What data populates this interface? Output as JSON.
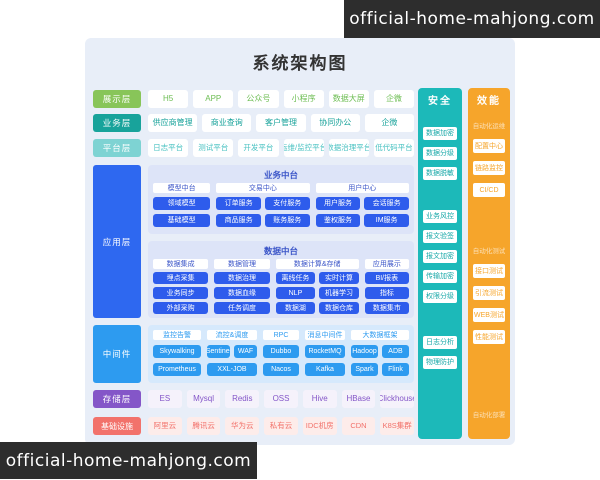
{
  "watermark": {
    "text": "official-home-mahjong.com"
  },
  "title": "系统架构图",
  "layer_labels": {
    "display": "展示层",
    "business": "业务层",
    "platform": "平台层",
    "application": "应用层",
    "middleware": "中间件",
    "storage": "存储层",
    "infra": "基础设施"
  },
  "rows": {
    "display": [
      "H5",
      "APP",
      "公众号",
      "小程序",
      "数据大屏",
      "企微"
    ],
    "business": [
      "供应商管理",
      "商业查询",
      "客户管理",
      "协同办公",
      "企微"
    ],
    "platform": [
      "日志平台",
      "测试平台",
      "开发平台",
      "运维/监控平台",
      "数据治理平台",
      "低代码平台"
    ],
    "storage": [
      "ES",
      "Mysql",
      "Redis",
      "OSS",
      "Hive",
      "HBase",
      "Clickhouse"
    ],
    "infra": [
      "阿里云",
      "腾讯云",
      "华为云",
      "私有云",
      "IDC机房",
      "CDN",
      "K8S集群"
    ]
  },
  "business_mid": {
    "title": "业务中台",
    "groups": [
      {
        "header": "模型中台",
        "rows": [
          [
            "领域模型"
          ],
          [
            "基础模型"
          ]
        ]
      },
      {
        "header": "交易中心",
        "rows": [
          [
            "订单服务",
            "支付服务"
          ],
          [
            "商品服务",
            "账务服务"
          ]
        ]
      },
      {
        "header": "用户中心",
        "rows": [
          [
            "用户服务",
            "会话服务"
          ],
          [
            "鉴权服务",
            "IM服务"
          ]
        ]
      }
    ]
  },
  "data_mid": {
    "title": "数据中台",
    "groups": [
      {
        "header": "数据集成",
        "rows": [
          [
            "埋点采集"
          ],
          [
            "业务同步"
          ],
          [
            "外部采购"
          ]
        ]
      },
      {
        "header": "数据管理",
        "rows": [
          [
            "数据治理"
          ],
          [
            "数据血缘"
          ],
          [
            "任务调度"
          ]
        ]
      },
      {
        "header": "数据计算&存储",
        "rows": [
          [
            "离线任务",
            "实时计算"
          ],
          [
            "NLP",
            "机器学习"
          ],
          [
            "数据湖",
            "数据仓库"
          ]
        ]
      },
      {
        "header": "应用展示",
        "rows": [
          [
            "BI/报表"
          ],
          [
            "指标"
          ],
          [
            "数据集市"
          ]
        ]
      }
    ]
  },
  "middleware": {
    "groups": [
      {
        "header": "监控告警",
        "rows": [
          [
            "Skywalking"
          ],
          [
            "Prometheus"
          ]
        ]
      },
      {
        "header": "流控&调度",
        "rows": [
          [
            "Sentinel",
            "WAF"
          ],
          [
            "XXL-JOB"
          ]
        ]
      },
      {
        "header": "RPC",
        "rows": [
          [
            "Dubbo"
          ],
          [
            "Nacos"
          ]
        ]
      },
      {
        "header": "消息中间件",
        "rows": [
          [
            "RocketMQ"
          ],
          [
            "Kafka"
          ]
        ]
      },
      {
        "header": "大数据框架",
        "rows": [
          [
            "Hadoop",
            "ADB"
          ],
          [
            "Spark",
            "Flink"
          ]
        ]
      }
    ]
  },
  "security": {
    "title": "安全",
    "groups": [
      [
        "数据加密",
        "数据分级",
        "数据脱敏"
      ],
      [
        "业务风控",
        "报文验签",
        "报文加密",
        "传输加密",
        "权限分级"
      ],
      [
        "日志分析",
        "物理防护"
      ]
    ]
  },
  "efficiency": {
    "title": "效能",
    "sections": [
      {
        "label": "自动化运维",
        "items": [
          "配置中心",
          "链路监控",
          "CI/CD"
        ]
      },
      {
        "label": "自动化测试",
        "items": [
          "接口测试",
          "引流测试",
          "WEB测试",
          "性能测试"
        ]
      },
      {
        "label": "自动化部署",
        "items": []
      }
    ]
  }
}
